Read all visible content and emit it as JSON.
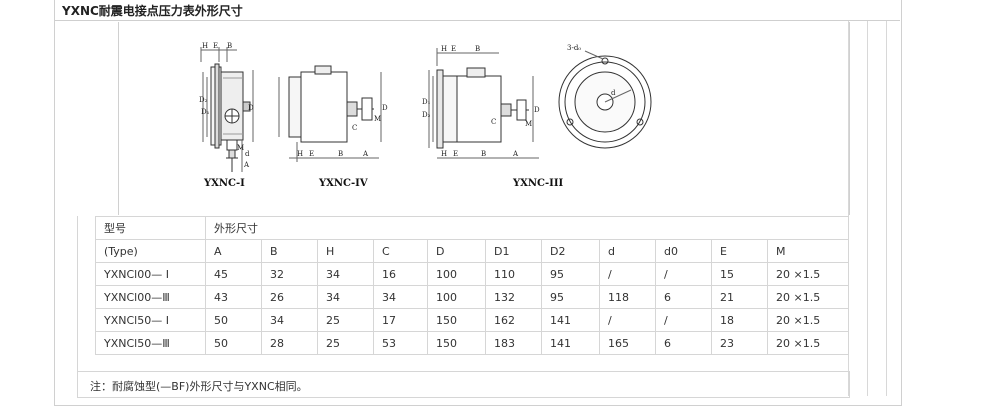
{
  "heading": "YXNC耐震电接点压力表外形尺寸",
  "figure": {
    "captions": [
      "YXNC-I",
      "YXNC-IV",
      "YXNC-III"
    ],
    "dim_labels": {
      "top": [
        "H",
        "E",
        "B"
      ],
      "v1": [
        "D₂",
        "D₁"
      ],
      "v2": [
        "D"
      ],
      "m": [
        "M"
      ],
      "bottom1": [
        "A",
        "d"
      ],
      "iv_bottom": [
        "H",
        "E",
        "B",
        "A"
      ],
      "iv_side": [
        "C",
        "D",
        "M"
      ],
      "iii_top": [
        "H",
        "E",
        "B"
      ],
      "iii_side": [
        "C",
        "D₂",
        "D₁",
        "D",
        "M"
      ],
      "iii_bottom": [
        "H",
        "E",
        "B",
        "A"
      ],
      "circle": [
        "3-d₀",
        "d"
      ]
    }
  },
  "table": {
    "header1": [
      "型号",
      "外形尺寸"
    ],
    "header2": [
      "(Type)",
      "A",
      "B",
      "H",
      "C",
      "D",
      "D1",
      "D2",
      "d",
      "d0",
      "E",
      "M"
    ],
    "rows": [
      [
        "YXNCl00— I",
        "45",
        "32",
        "34",
        "16",
        "100",
        "110",
        "95",
        "/",
        "/",
        "15",
        "20 ×1.5"
      ],
      [
        "YXNCl00—Ⅲ",
        "43",
        "26",
        "34",
        "34",
        "100",
        "132",
        "95",
        "118",
        "6",
        "21",
        "20 ×1.5"
      ],
      [
        "YXNCl50— I",
        "50",
        "34",
        "25",
        "17",
        "150",
        "162",
        "141",
        "/",
        "/",
        "18",
        "20 ×1.5"
      ],
      [
        "YXNCl50—Ⅲ",
        "50",
        "28",
        "25",
        "53",
        "150",
        "183",
        "141",
        "165",
        "6",
        "23",
        "20 ×1.5"
      ]
    ]
  },
  "note": "注：耐腐蚀型(—BF)外形尺寸与YXNC相同。"
}
